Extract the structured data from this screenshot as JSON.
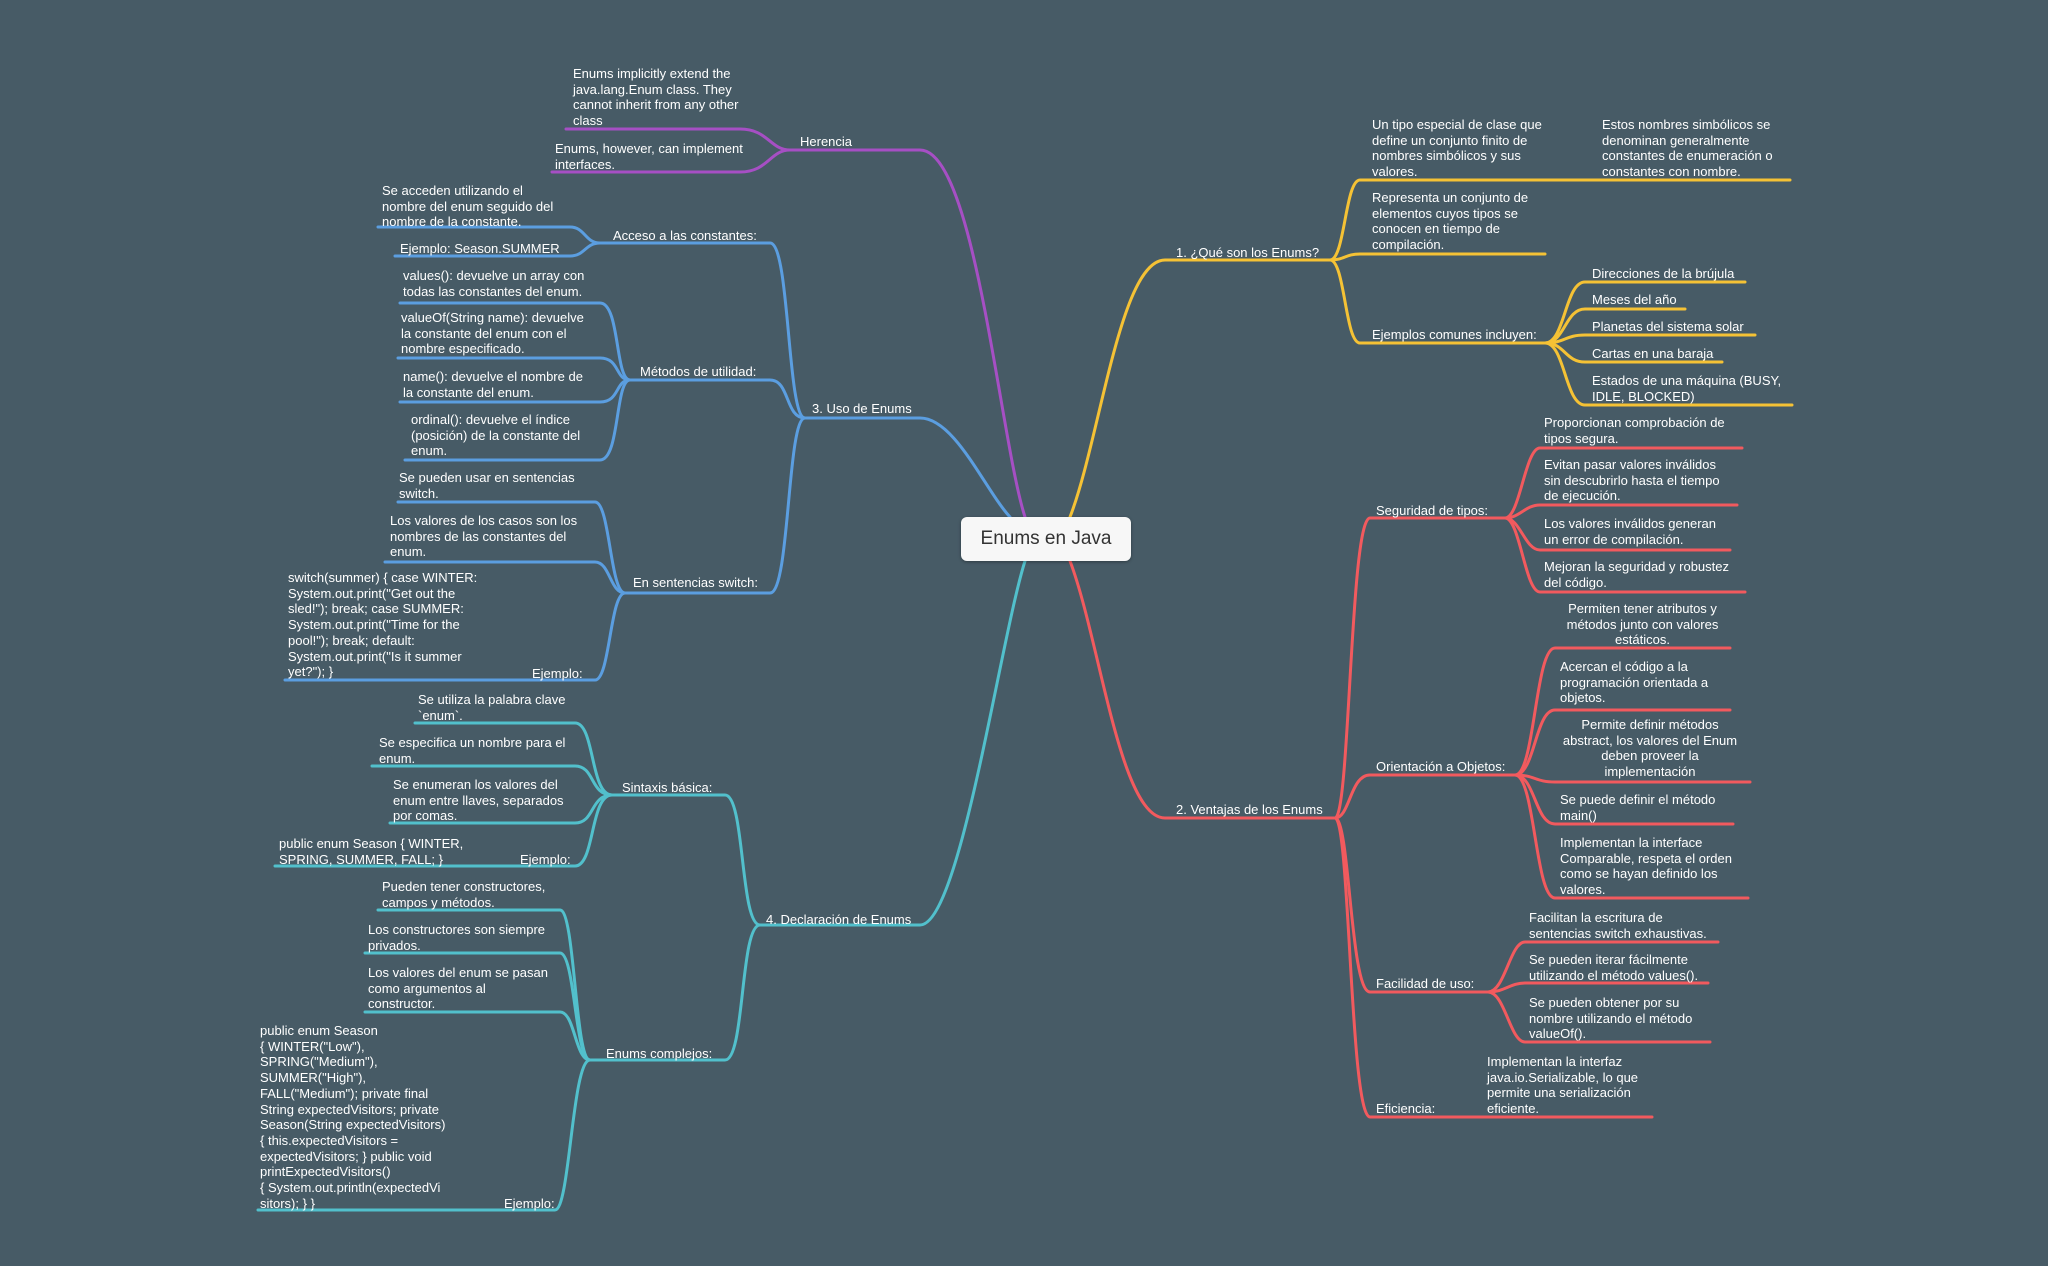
{
  "title": "Enums en Java",
  "colors": {
    "background": "#475b66",
    "herencia": "#a64fc4",
    "uso": "#5b9ee0",
    "declaracion": "#52c0cc",
    "que_son": "#f5c235",
    "ventajas": "#f25a5e"
  },
  "herencia": {
    "label": "Herencia",
    "items": [
      "Enums implicitly extend the\njava.lang.Enum class. They\ncannot inherit from any other\nclass",
      "Enums, however, can implement\ninterfaces."
    ]
  },
  "uso": {
    "label": "3. Uso de Enums",
    "acceso": {
      "label": "Acceso a las constantes:",
      "items": [
        "Se acceden utilizando el\nnombre del enum seguido del\nnombre de la constante.",
        "Ejemplo: Season.SUMMER"
      ]
    },
    "metodos": {
      "label": "Métodos de utilidad:",
      "items": [
        "values(): devuelve un array con\ntodas las constantes del enum.",
        "valueOf(String name): devuelve\nla constante del enum con el\nnombre especificado.",
        "name(): devuelve el nombre de\nla constante del enum.",
        "ordinal(): devuelve el índice\n(posición) de la constante del\nenum."
      ]
    },
    "switch": {
      "label": "En sentencias switch:",
      "items": [
        "Se pueden usar en sentencias\nswitch.",
        "Los valores de los casos son los\nnombres de las constantes del\nenum."
      ],
      "ejemplo_label": "Ejemplo:",
      "ejemplo": "switch(summer) { case WINTER:\nSystem.out.print(\"Get out the\nsled!\"); break; case SUMMER:\nSystem.out.print(\"Time for the\npool!\"); break; default:\nSystem.out.print(\"Is it summer\nyet?\"); }"
    }
  },
  "declaracion": {
    "label": "4. Declaración de Enums",
    "sintaxis": {
      "label": "Sintaxis básica:",
      "items": [
        "Se utiliza la palabra clave\n`enum`.",
        "Se especifica un nombre para el\nenum.",
        "Se enumeran los valores del\nenum entre llaves, separados\npor comas."
      ],
      "ejemplo_label": "Ejemplo:",
      "ejemplo": "public enum Season { WINTER,\nSPRING, SUMMER, FALL; }"
    },
    "complejos": {
      "label": "Enums complejos:",
      "items": [
        "Pueden tener constructores,\ncampos y métodos.",
        "Los constructores son siempre\nprivados.",
        "Los valores del enum se pasan\ncomo argumentos al\nconstructor."
      ],
      "ejemplo_label": "Ejemplo:",
      "ejemplo": "public enum Season\n{ WINTER(\"Low\"),\nSPRING(\"Medium\"),\nSUMMER(\"High\"),\nFALL(\"Medium\"); private final\nString expectedVisitors; private\nSeason(String expectedVisitors)\n{ this.expectedVisitors =\nexpectedVisitors; } public void\nprintExpectedVisitors()\n{ System.out.println(expectedVi\nsitors); } }"
    }
  },
  "que_son": {
    "label": "1. ¿Qué son los Enums?",
    "definicion": "Un tipo especial de clase que\ndefine un conjunto finito de\nnombres simbólicos y sus\nvalores.",
    "definicion_nota": "Estos nombres simbólicos se\ndenominan generalmente\nconstantes de enumeración o\nconstantes con nombre.",
    "representa": "Representa un conjunto de\nelementos cuyos tipos se\nconocen en tiempo de\ncompilación.",
    "ejemplos": {
      "label": "Ejemplos comunes incluyen:",
      "items": [
        "Direcciones de la brújula",
        "Meses del año",
        "Planetas del sistema solar",
        "Cartas en una baraja",
        "Estados de una máquina (BUSY,\nIDLE, BLOCKED)"
      ]
    }
  },
  "ventajas": {
    "label": "2. Ventajas de los Enums",
    "seguridad": {
      "label": "Seguridad de tipos:",
      "items": [
        "Proporcionan comprobación de\ntipos segura.",
        "Evitan pasar valores inválidos\nsin descubrirlo hasta el tiempo\nde ejecución.",
        "Los valores inválidos generan\nun error de compilación.",
        "Mejoran la seguridad y robustez\ndel código."
      ]
    },
    "orientacion": {
      "label": "Orientación a Objetos:",
      "items": [
        "Permiten tener atributos y\nmétodos junto con valores\nestáticos.",
        "Acercan el código a la\nprogramación orientada a\nobjetos.",
        "Permite definir métodos\nabstract, los valores del Enum\ndeben proveer la\nimplementación",
        "Se puede definir el método\nmain()",
        "Implementan la interface\nComparable, respeta el orden\ncomo se hayan definido los\nvalores."
      ]
    },
    "facilidad": {
      "label": "Facilidad de uso:",
      "items": [
        "Facilitan la escritura de\nsentencias switch exhaustivas.",
        "Se pueden iterar fácilmente\nutilizando el método values().",
        "Se pueden obtener por su\nnombre utilizando el método\nvalueOf()."
      ]
    },
    "eficiencia": {
      "label": "Eficiencia:",
      "items": [
        "Implementan la interfaz\njava.io.Serializable, lo que\npermite una serialización\neficiente."
      ]
    }
  }
}
